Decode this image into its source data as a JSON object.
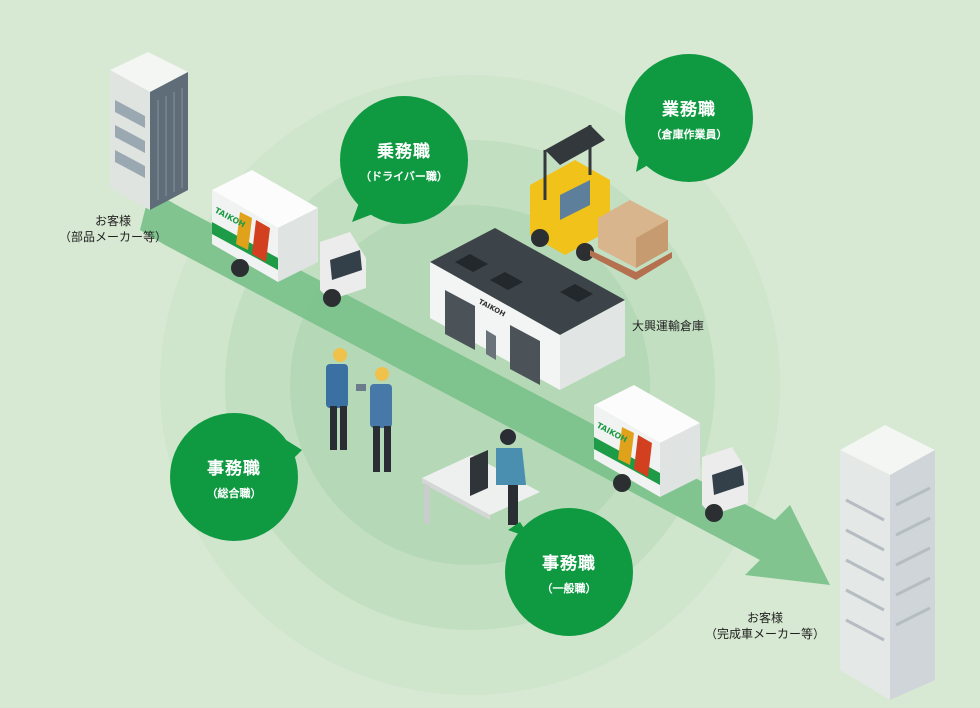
{
  "roles": [
    {
      "title": "乗務職",
      "subtitle": "（ドライバー職）"
    },
    {
      "title": "業務職",
      "subtitle": "（倉庫作業員）"
    },
    {
      "title": "事務職",
      "subtitle": "（総合職）"
    },
    {
      "title": "事務職",
      "subtitle": "（一般職）"
    }
  ],
  "labels": {
    "customer_parts": [
      "お客様",
      "（部品メーカー等）"
    ],
    "customer_final": [
      "お客様",
      "（完成車メーカー等）"
    ],
    "warehouse": "大興運輸倉庫",
    "brand": "TAIKOH"
  },
  "colors": {
    "bubble": "#0f9a42",
    "arrow": "#7cc28c",
    "background": "#d7e9d3"
  }
}
